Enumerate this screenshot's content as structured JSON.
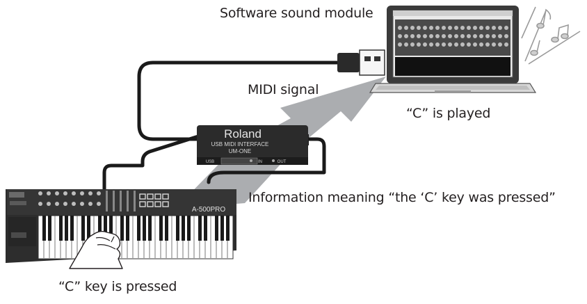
{
  "labels": {
    "software": "Software sound module",
    "midi_signal": "MIDI signal",
    "played": "“C” is played",
    "information": "Information meaning “the ‘C’ key was pressed”",
    "pressed": "“C” key is pressed"
  },
  "interface": {
    "brand": "Roland",
    "line1": "USB MIDI INTERFACE",
    "line2": "UM-ONE",
    "port_usb": "USB",
    "port_in": "IN",
    "port_out": "OUT"
  },
  "keyboard": {
    "model": "A-500PRO"
  },
  "colors": {
    "arrow": "#a7a9ac",
    "cable": "#1a1a1a",
    "device": "#2b2b2b",
    "text": "#231f20"
  },
  "icons": [
    "music-notes-icon",
    "hand-icon"
  ]
}
